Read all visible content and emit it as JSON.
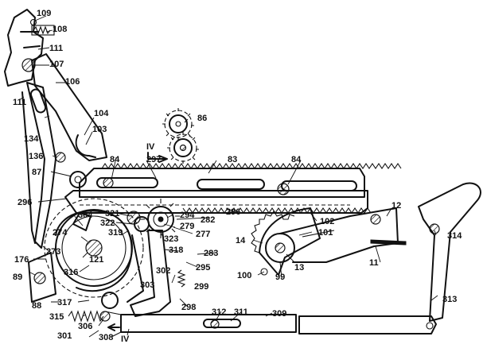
{
  "figure": {
    "labels": [
      "109",
      "108",
      "111",
      "107",
      "106",
      "111",
      "104",
      "103",
      "134",
      "136",
      "84",
      "86",
      "IV",
      "297",
      "83",
      "84",
      "87",
      "296",
      "296",
      "304",
      "321",
      "322",
      "294",
      "282",
      "279",
      "277",
      "323",
      "12",
      "102",
      "101",
      "14",
      "274",
      "319",
      "121",
      "318",
      "283",
      "176",
      "273",
      "295",
      "316",
      "302",
      "299",
      "89",
      "303",
      "298",
      "88",
      "317",
      "100",
      "99",
      "13",
      "11",
      "314",
      "312",
      "311",
      "309",
      "315",
      "306",
      "301",
      "308",
      "IV",
      "313"
    ]
  }
}
